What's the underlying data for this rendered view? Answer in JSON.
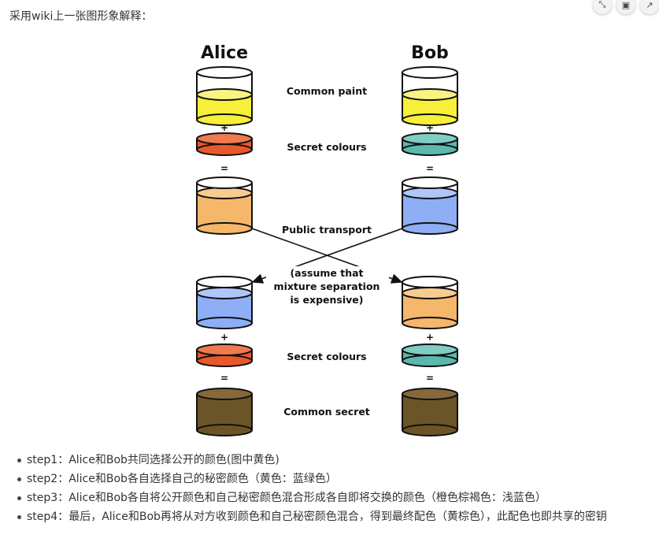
{
  "intro": "采用wiki上一张图形象解释：",
  "toolbar": {
    "buttons": [
      "collapse-icon",
      "copy-icon",
      "external-icon"
    ]
  },
  "figure": {
    "alice": "Alice",
    "bob": "Bob",
    "common_paint": "Common paint",
    "secret_colours": "Secret colours",
    "public_transport": "Public transport",
    "assumption_line1": "(assume that",
    "assumption_line2": "mixture separation",
    "assumption_line3": "is expensive)",
    "common_secret": "Common secret",
    "plus": "+",
    "equals": "=",
    "colors": {
      "yellow": "#f7ef3a",
      "orange_red": "#e8582a",
      "teal": "#5bb8ad",
      "light_orange": "#f5b76a",
      "light_blue": "#8eaef5",
      "brown": "#6b5428"
    }
  },
  "steps": [
    "step1：Alice和Bob共同选择公开的颜色(图中黄色)",
    "step2：Alice和Bob各自选择自己的秘密颜色（黄色：蓝绿色）",
    "step3：Alice和Bob各自将公开颜色和自己秘密颜色混合形成各自即将交换的颜色（橙色棕褐色：浅蓝色）",
    "step4：最后，Alice和Bob再将从对方收到颜色和自己秘密颜色混合，得到最终配色（黄棕色），此配色也即共享的密钥"
  ]
}
